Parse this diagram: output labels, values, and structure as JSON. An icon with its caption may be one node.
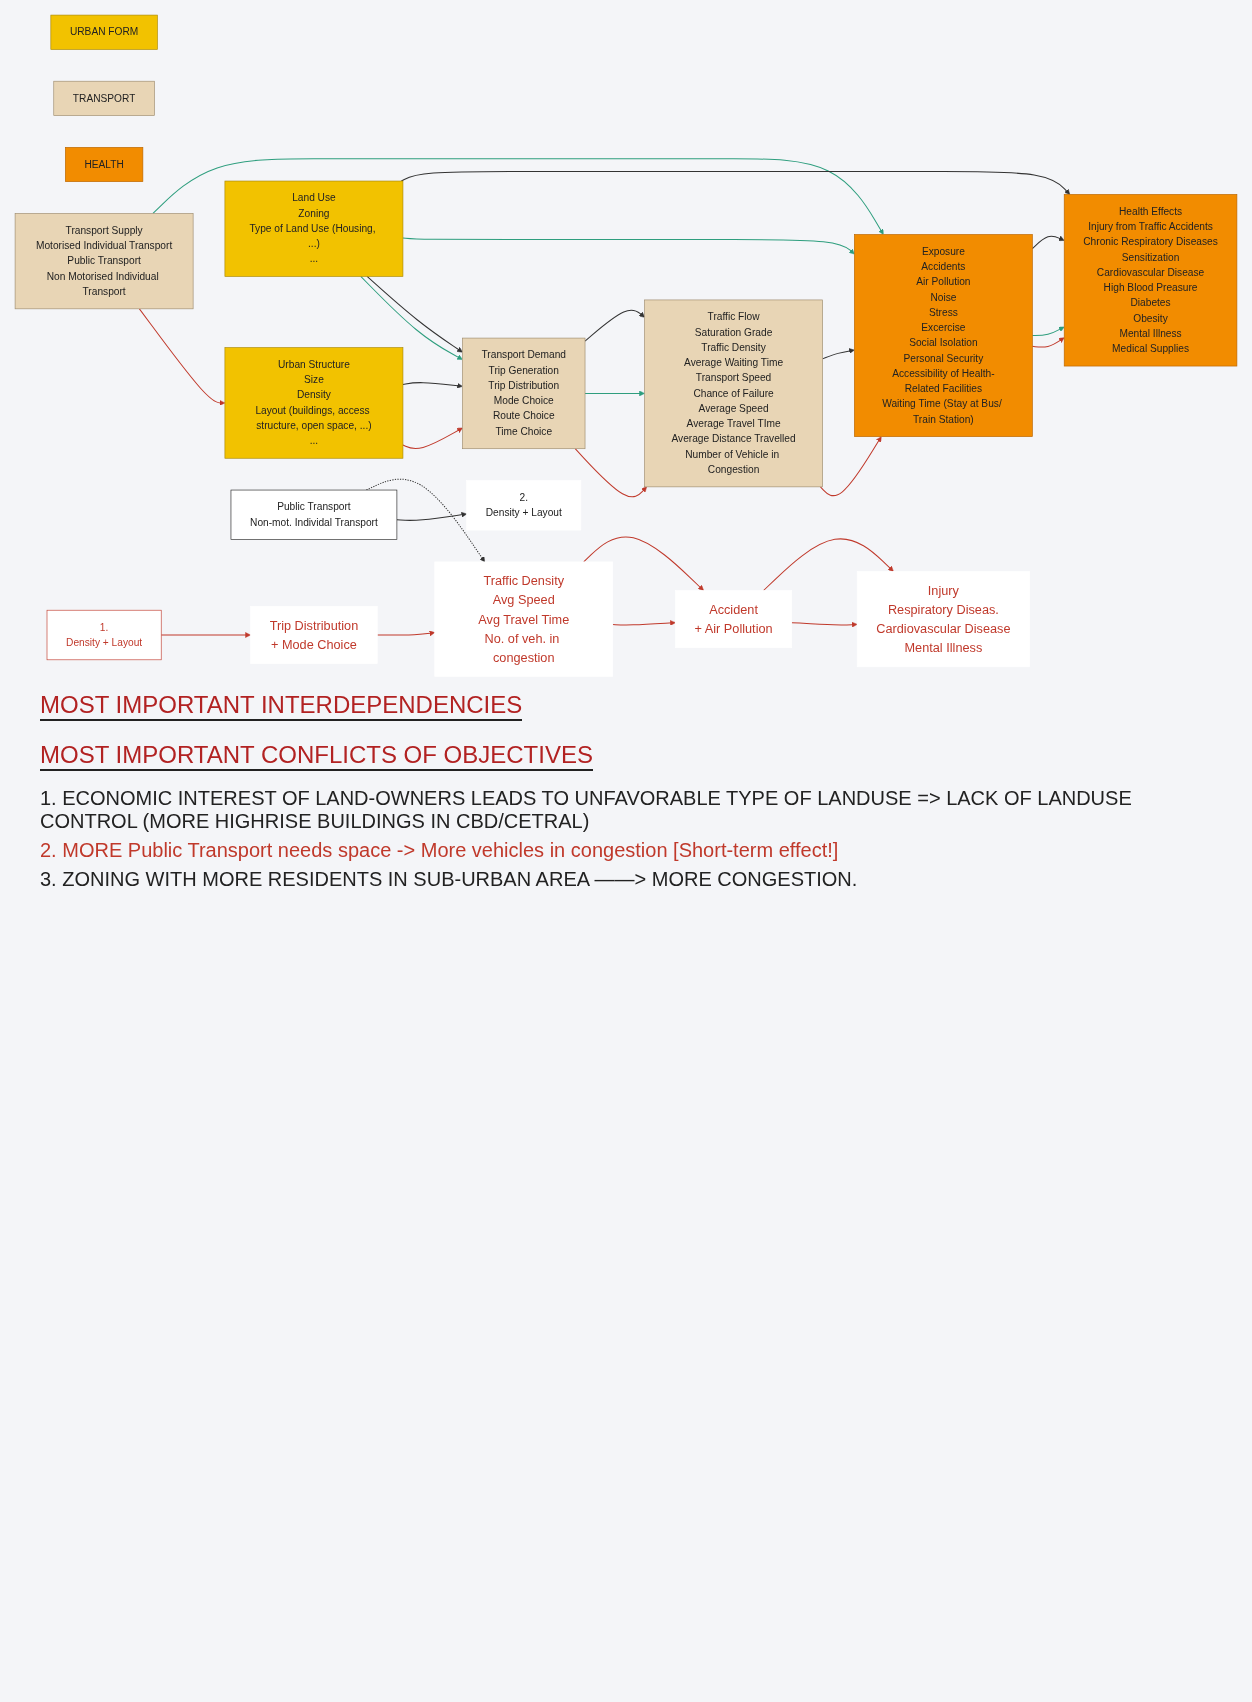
{
  "diagram": {
    "nodes": [
      {
        "text": [
          "URBAN FORM"
        ]
      },
      {
        "text": [
          "TRANSPORT"
        ]
      },
      {
        "text": [
          "HEALTH"
        ]
      },
      {
        "text": [
          "Urban Structure",
          "Size",
          "Density",
          "Layout (buildings, access structure, open space, ...)",
          "..."
        ]
      },
      {
        "text": [
          "Land Use",
          "Zoning",
          "Type of Land Use (Housing, ...)",
          "..."
        ]
      },
      {
        "text": [
          "Transport Demand",
          "Trip Generation",
          "Trip Distribution",
          "Mode Choice",
          "Route Choice",
          "Time Choice"
        ]
      },
      {
        "text": [
          "Transport Supply",
          "Motorised Individual Transport",
          "Public Transport",
          "Non Motorised Individual Transport"
        ]
      },
      {
        "text": [
          "Traffic Flow",
          "Saturation Grade",
          "Traffic Density",
          "Average Waiting Time",
          "Transport Speed",
          "Chance of Failure",
          "Average Speed",
          "Average Travel TIme",
          "Average Distance Travelled",
          "Number of Vehicle in Congestion"
        ]
      },
      {
        "text": [
          "Exposure",
          "Accidents",
          "Air Pollution",
          "Noise",
          "Stress",
          "Excercise",
          "Social Isolation",
          "Personal Security",
          "Accessibility of Health-Related Facilities",
          "Waiting Time (Stay at Bus/ Train Station)"
        ]
      },
      {
        "text": [
          "Health Effects",
          "Injury from Traffic Accidents",
          "Chronic Respiratory Diseases",
          "Sensitization",
          "Cardiovascular Disease",
          "High Blood Preasure",
          "Diabetes",
          "Obesity",
          "Mental Illness",
          "Medical Supplies"
        ]
      },
      {
        "text": [
          "1.",
          "Density + Layout"
        ]
      },
      {
        "text": [
          "Trip Distribution",
          "+ Mode Choice"
        ]
      },
      {
        "text": [
          "Traffic Density",
          "Avg Speed",
          "Avg Travel Time",
          "No. of veh. in congestion"
        ]
      },
      {
        "text": [
          "Accident",
          "+ Air Pollution"
        ]
      },
      {
        "text": [
          "Injury",
          "Respiratory Diseas.",
          "Cardiovascular Disease",
          "Mental Illness"
        ]
      },
      {
        "text": [
          "2.",
          "Density + Layout"
        ]
      },
      {
        "text": [
          "Public Transport",
          "Non-mot. Individal Transport"
        ]
      }
    ],
    "edges": [
      {
        "from": 3,
        "to": 5,
        "arrow": "to"
      },
      {
        "from": 3,
        "to": 5,
        "arrow": "to",
        "color": "#333333"
      },
      {
        "from": 6,
        "to": 3,
        "arrow": "to"
      },
      {
        "from": 4,
        "to": 5,
        "arrow": "to",
        "color": "#2e9e7e"
      },
      {
        "from": 4,
        "to": 5,
        "arrow": "to",
        "color": "#333333"
      },
      {
        "from": 5,
        "to": 7,
        "arrow": "to"
      },
      {
        "from": 5,
        "to": 7,
        "arrow": "to",
        "color": "#2e9e7e"
      },
      {
        "from": 5,
        "to": 7,
        "arrow": "to",
        "color": "#333333"
      },
      {
        "from": 7,
        "to": 8,
        "arrow": "to"
      },
      {
        "from": 7,
        "to": 8,
        "arrow": "to",
        "color": "#333333"
      },
      {
        "from": 6,
        "to": 8,
        "arrow": "to",
        "color": "#2e9e7e"
      },
      {
        "from": 4,
        "to": 8,
        "arrow": "to",
        "color": "#2e9e7e"
      },
      {
        "from": 4,
        "to": 9,
        "arrow": "to",
        "color": "#333333"
      },
      {
        "from": 8,
        "to": 9,
        "arrow": "to"
      },
      {
        "from": 8,
        "to": 9,
        "arrow": "to",
        "color": "#2e9e7e"
      },
      {
        "from": 8,
        "to": 9,
        "arrow": "to",
        "color": "#333333"
      },
      {
        "from": 10,
        "to": 11,
        "arrow": "to"
      },
      {
        "from": 11,
        "to": 12,
        "arrow": "to"
      },
      {
        "from": 12,
        "to": 13,
        "arrow": "to"
      },
      {
        "from": 12,
        "to": 13,
        "arrow": "to"
      },
      {
        "from": 13,
        "to": 14,
        "arrow": "to"
      },
      {
        "from": 13,
        "to": 14,
        "arrow": "to"
      },
      {
        "from": 16,
        "to": 15,
        "arrow": "to",
        "color": "#333333"
      },
      {
        "from": 16,
        "to": 12,
        "arrow": "to",
        "style": "dashed",
        "color": "#333333"
      }
    ],
    "labels": [
      "MOST IMPORTANT INTERDEPENDENCIES",
      "MOST IMPORTANT CONFLICTS OF OBJECTIVES",
      "1. ECONOMIC INTEREST OF LAND-OWNERS LEADS TO UNFAVORABLE TYPE OF LANDUSE => LACK OF LANDUSE CONTROL (MORE HIGHRISE BUILDINGS IN CBD/CETRAL)",
      "2. MORE Public Transport needs space -> More vehicles in congestion [Short-term effect!]",
      "3. ZONING WITH MORE RESIDENTS IN SUB-URBAN AREA ——> MORE CONGESTION."
    ]
  }
}
